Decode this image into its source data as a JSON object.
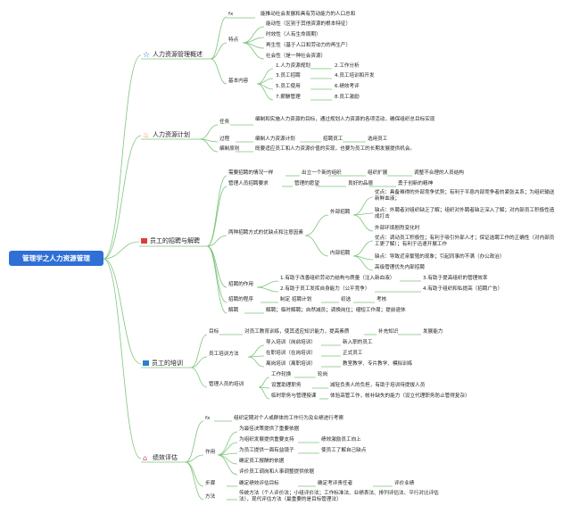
{
  "root": "管理学之人力资源管理",
  "b1": {
    "title": "人力资源管理概述",
    "icon": "star-icon",
    "fx": "fx",
    "fx_text": "能推动社会发展和具有劳动能力的人口总和",
    "tezheng": "特点",
    "features": [
      "能动性（区别于其他资源的根本特征）",
      "时效性（人有生命周期）",
      "再生性（基于人口和劳动力的再生产）",
      "社会性（是一种社会资源）"
    ],
    "jiben": "基本内容",
    "contents": [
      "1.人力资源规划",
      "2.工作分析",
      "3.员工招聘",
      "4.员工培训和开发",
      "5.员工使用",
      "6.绩效考评",
      "7.薪酬管理",
      "8.员工激励"
    ]
  },
  "b2": {
    "title": "人力资源计划",
    "icon": "fire-icon",
    "renwu": "任务",
    "renwu_text": "编制和实施人力资源的目标，通过规划人力资源的各项活动，确保组织总目标实现",
    "guocheng": "过程",
    "process": [
      "编制人力资源计划",
      "招聘员工",
      "选用员工"
    ],
    "yuanze": "编制原则",
    "yuanze_text": "既要适应员工和人力资源价值的实现，也要为员工的长期发展提供机会。"
  },
  "b3": {
    "title": "员工的招聘与解聘",
    "icon": "red-flag-icon",
    "n1": "需要招聘的情况一样",
    "n1_items": [
      "出立一个新的组织",
      "组织扩展",
      "调整不合理的人员结构"
    ],
    "n2": "管理人员招聘要求",
    "n2_items": [
      "管理的愿望",
      "良好的品德",
      "勇于创新的精神"
    ],
    "n3": "两种招聘方式的优缺点和注意因素",
    "external": "外部招聘",
    "ext_pro": "优点：具备难得的外部竞争优势；有利于平息内部竞争者的紧张关系；为组织输送新鲜血液；",
    "ext_con": "缺点：外聘者对组织缺乏了解；组织对外聘者缺乏深入了解；对内部员工积极性造成打击",
    "ext_note": "外部环境剧烈变化时",
    "internal": "内部招聘",
    "int_pro": "优点：调动员工积极性；有利于吸引外部人才；保证选聘工作的正确性（对内部员工更了解）；有利于迅速开展工作",
    "int_con": "缺点：导致近亲繁殖的现象；引起同事的不满（办公政治）",
    "int_note": "高级管理优先内部招聘",
    "n4": "招聘的作用",
    "n4_items": [
      "1.有助于改善组织劳动力结构与质量（注入新血液）",
      "3.有助于提高组织的管理效率",
      "2.有助于员工发挥自身能力（公平竞争）",
      "4.有助于组织和私提高（招聘广告）"
    ],
    "n5": "招聘的程序",
    "n5_items": [
      "制定 招聘计划",
      "初选",
      "考核"
    ],
    "n6": "解聘",
    "n6_text": "解聘；临时解聘；自然减员；调换岗位；缩短工作周；提前退休"
  },
  "b4": {
    "title": "员工的培训",
    "icon": "blue-flag-icon",
    "mubiao": "目标",
    "mubiao_items": [
      "对员工教育训练，使其适应知识能力，提高素质",
      "补充知识",
      "发展能力"
    ],
    "fangfa": "员工培训方法",
    "methods": [
      [
        "导入培训（岗前培训）",
        "新入职的员工"
      ],
      [
        "在职培训（在岗培训）",
        "正式员工"
      ],
      [
        "离岗培训（离职培训）",
        "教室教学、专片教学、模拟训练"
      ]
    ],
    "guanli": "管理人员的培训",
    "guanli_items": [
      [
        "工作轮换",
        "轮岗"
      ],
      [
        "设置助理职务",
        "减轻负责人的负担，有助于培训待提拔人员"
      ],
      [
        "临时职务与管理授课",
        "体验高管工作，帐补缺失的能力（设立代理职务防止管得复杂）"
      ]
    ]
  },
  "b5": {
    "title": "绩效评估",
    "icon": "home-icon",
    "fx": "fx",
    "fx_text": "组织定期对个人或群体的工作行为及业绩进行考察",
    "zuoyong": "作用",
    "zuoyong_items": [
      "为最佳决策提供了重要依据",
      "为组织发展提供重要支持",
      "绩效激励员工向上",
      "为员工提供一面有益镜子",
      "使员工了解自己缺点",
      "确定员工报酬的依据",
      "评价员工调岗和人事调整提供依据"
    ],
    "buzhou": "步骤",
    "buzhou_items": [
      "确定绩效评估目标",
      "确定考评责任者",
      "评价业绩"
    ],
    "fangfa": "方法",
    "fangfa_text": "传统方法（个人评价法；小组评价法；工作标准法、业绩表法、排列评估法、平行对比评估法），现代评估方法（最重要的是目标管理法）"
  },
  "colors": {
    "root": "#2f6fd6",
    "line": "#7dc47a"
  }
}
